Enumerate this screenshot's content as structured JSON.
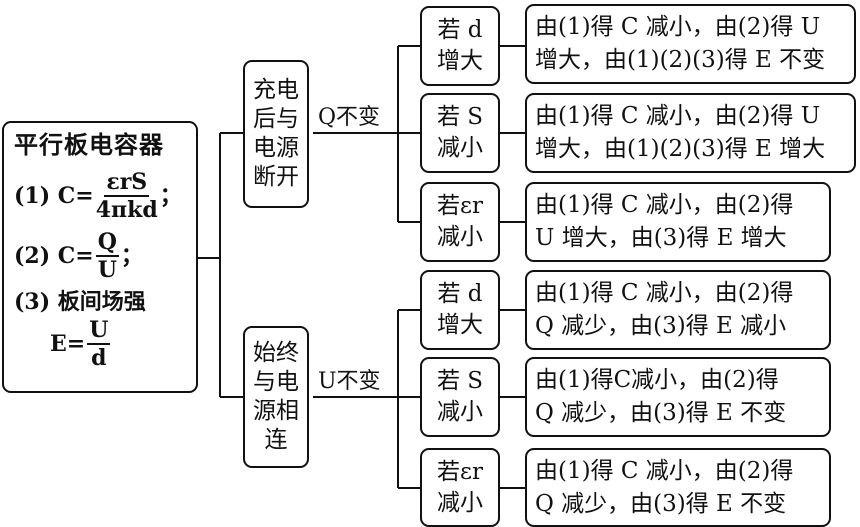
{
  "root": {
    "title": "平行板电容器",
    "f1_prefix": "(1) C=",
    "f1_num": "εrS",
    "f1_den": "4πkd",
    "f1_suffix": "；",
    "f2_prefix": "(2) C=",
    "f2_num": "Q",
    "f2_den": "U",
    "f2_suffix": "；",
    "f3_label": "(3) 板间场强",
    "f3_prefix": "E=",
    "f3_num": "U",
    "f3_den": "d"
  },
  "branches": [
    {
      "case_label": "充电后与电源断开",
      "edge_label": "Q不变",
      "children": [
        {
          "condition": "若 d\n增大",
          "result": "由(1)得 C 减小，由(2)得 U\n增大，由(1)(2)(3)得 E 不变"
        },
        {
          "condition": "若 S\n减小",
          "result": "由(1)得 C 减小，由(2)得 U\n增大，由(1)(2)(3)得 E 增大"
        },
        {
          "condition": "若εr\n减小",
          "result": "由(1)得 C 减小，由(2)得\nU 增大，由(3)得 E 增大"
        }
      ]
    },
    {
      "case_label": "始终与电源相连",
      "edge_label": "U不变",
      "children": [
        {
          "condition": "若 d\n增大",
          "result": "由(1)得 C 减小，由(2)得\nQ 减少，由(3)得 E 减小"
        },
        {
          "condition": "若 S\n减小",
          "result": "由(1)得C减小，由(2)得\nQ 减少，由(3)得 E 不变"
        },
        {
          "condition": "若εr\n减小",
          "result": "由(1)得 C 减小，由(2)得\nQ 减少，由(3)得 E 不变"
        }
      ]
    }
  ]
}
